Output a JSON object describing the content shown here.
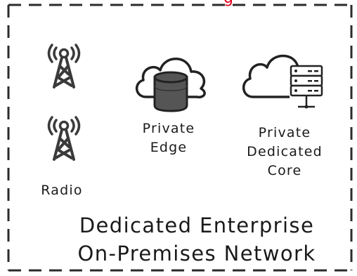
{
  "cutoff_heading": "g",
  "nodes": {
    "radio": {
      "label": "Radio"
    },
    "private_edge": {
      "line1": "Private",
      "line2": "Edge"
    },
    "private_core": {
      "line1": "Private",
      "line2": "Dedicated",
      "line3": "Core"
    }
  },
  "title": {
    "line1": "Dedicated Enterprise",
    "line2": "On-Premises Network"
  },
  "colors": {
    "frame": "#2b2b2b",
    "tower": "#3a3a3a",
    "db": "#555555",
    "accent": "#e0001a"
  },
  "icons": [
    "radio-tower-icon",
    "cloud-database-icon",
    "cloud-server-icon"
  ]
}
